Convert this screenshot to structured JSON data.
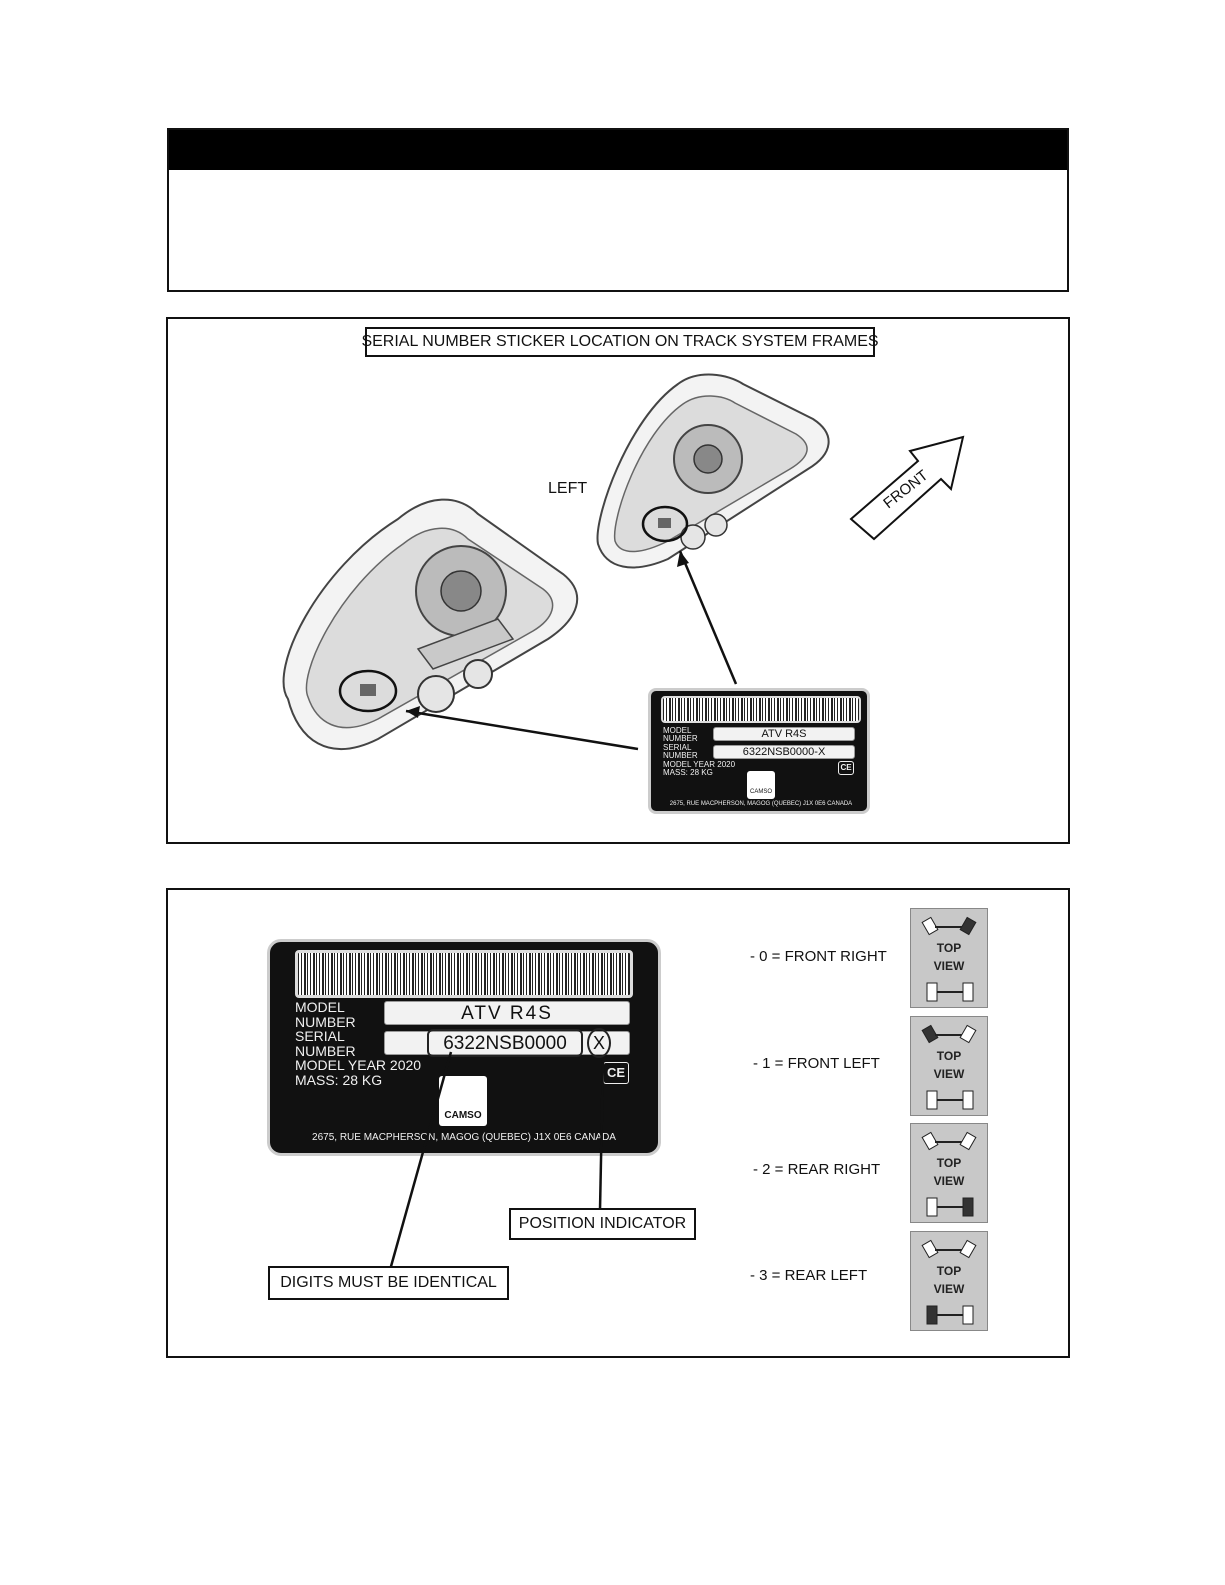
{
  "panel1": {
    "title": "SERIAL NUMBER STICKER LOCATION ON TRACK SYSTEM FRAMES",
    "left_label": "LEFT",
    "front_label": "FRONT"
  },
  "small_sticker": {
    "model_label_1": "MODEL",
    "model_label_2": "NUMBER",
    "model_value": "ATV R4S",
    "serial_label_1": "SERIAL",
    "serial_label_2": "NUMBER",
    "serial_value": "6322NSB0000-X",
    "year": "MODEL YEAR 2020",
    "mass": "MASS: 28 KG",
    "ce": "CE",
    "logo": "CAMSO",
    "address": "2675, RUE MACPHERSON, MAGOG (QUEBEC) J1X 0E6 CANADA"
  },
  "big_sticker": {
    "model_label_1": "MODEL",
    "model_label_2": "NUMBER",
    "model_value": "ATV R4S",
    "serial_label_1": "SERIAL",
    "serial_label_2": "NUMBER",
    "serial_digits": "6322NSB0000",
    "serial_suffix": "X",
    "year": "MODEL YEAR 2020",
    "mass": "MASS: 28 KG",
    "ce": "CE",
    "logo": "CAMSO",
    "address": "2675, RUE MACPHERSON, MAGOG (QUEBEC) J1X 0E6 CANADA"
  },
  "callouts": {
    "position_indicator": "POSITION INDICATOR",
    "digits_identical": "DIGITS MUST BE IDENTICAL"
  },
  "legend": [
    {
      "label": "- 0 = FRONT RIGHT",
      "top": "TOP",
      "view": "VIEW"
    },
    {
      "label": "- 1 = FRONT LEFT",
      "top": "TOP",
      "view": "VIEW"
    },
    {
      "label": "- 2 = REAR RIGHT",
      "top": "TOP",
      "view": "VIEW"
    },
    {
      "label": "- 3 = REAR LEFT",
      "top": "TOP",
      "view": "VIEW"
    }
  ]
}
